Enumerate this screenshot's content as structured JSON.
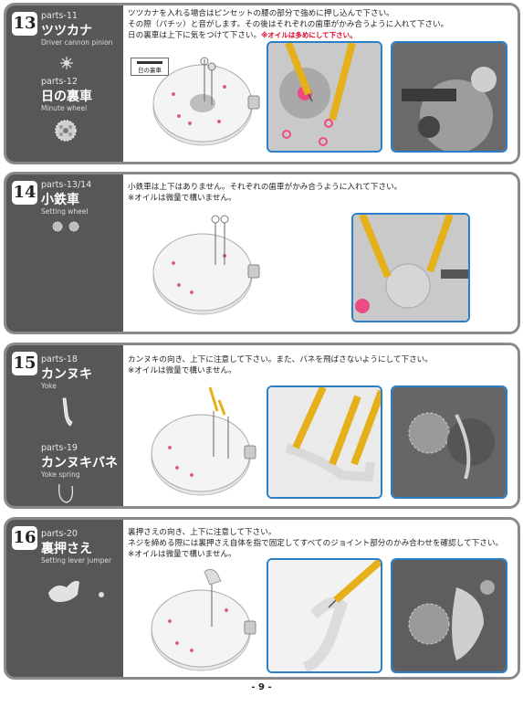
{
  "steps": [
    {
      "number": "13",
      "parts": [
        {
          "num": "parts-11",
          "jp": "ツツカナ",
          "en": "Driver cannon pinion"
        },
        {
          "num": "parts-12",
          "jp": "日の裏車",
          "en": "Minute wheel"
        }
      ],
      "lines": [
        "ツツカナを入れる場合はピンセットの腰の部分で強めに押し込んで下さい。",
        "その際（パチッ）と音がします。その後はそれぞれの歯車がかみ合うように入れて下さい。",
        "日の裏車は上下に気をつけて下さい。"
      ],
      "note": "※オイルは多めにして下さい。",
      "callout": "日の裏車"
    },
    {
      "number": "14",
      "parts": [
        {
          "num": "parts-13/14",
          "jp": "小鉄車",
          "en": "Setting wheel"
        }
      ],
      "lines": [
        "小鉄車は上下はありません。それぞれの歯車がかみ合うように入れて下さい。",
        "※オイルは微量で構いません。"
      ]
    },
    {
      "number": "15",
      "parts": [
        {
          "num": "parts-18",
          "jp": "カンヌキ",
          "en": "Yoke"
        },
        {
          "num": "parts-19",
          "jp": "カンヌキバネ",
          "en": "Yoke spring"
        }
      ],
      "lines": [
        "カンヌキの向き、上下に注意して下さい。また、バネを飛ばさないようにして下さい。",
        "※オイルは微量で構いません。"
      ]
    },
    {
      "number": "16",
      "parts": [
        {
          "num": "parts-20",
          "jp": "裏押さえ",
          "en": "Setting lever jumper"
        }
      ],
      "lines": [
        "裏押さえの向き、上下に注意して下さい。",
        "ネジを締める際には裏押さえ自体を指で固定してすべてのジョイント部分のかみ合わせを確認して下さい。",
        "※オイルは微量で構いません。"
      ]
    }
  ],
  "page_number": "- 9 -",
  "colors": {
    "frame": "#8a8a8a",
    "left_panel": "#575757",
    "photo_border": "#2a7fc9",
    "note_red": "#e0002a"
  }
}
